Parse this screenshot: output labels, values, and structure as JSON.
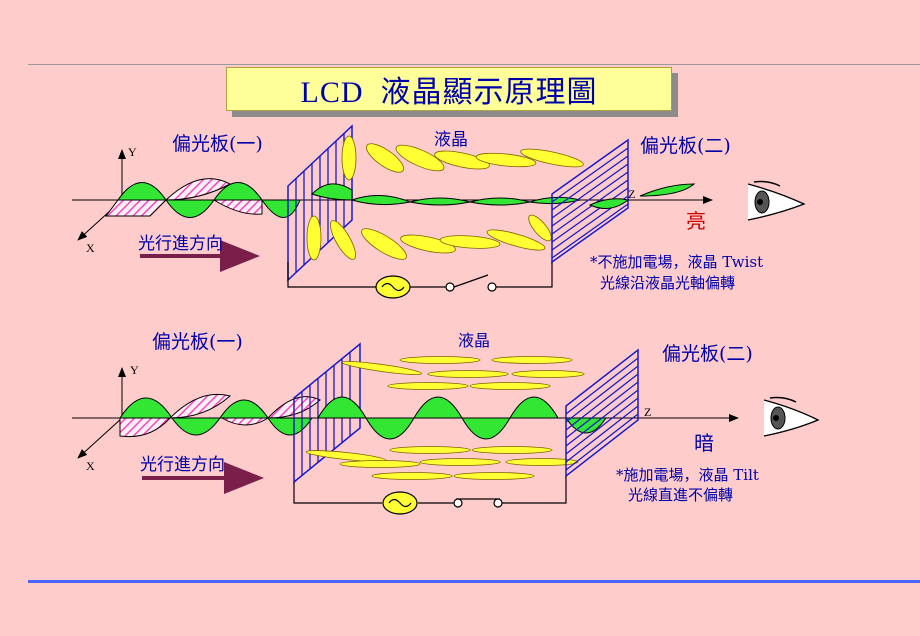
{
  "title": "LCD  液晶顯示原理圖",
  "axes": {
    "y": "Y",
    "x": "X",
    "z": "Z"
  },
  "top": {
    "polarizer1": "偏光板(一)",
    "liquid_crystal": "液晶",
    "polarizer2": "偏光板(二)",
    "light_direction": "光行進方向",
    "result": "亮",
    "note_line1": "*不施加電場，液晶 Twist",
    "note_line2": "光線沿液晶光軸偏轉"
  },
  "bottom": {
    "polarizer1": "偏光板(一)",
    "liquid_crystal": "液晶",
    "polarizer2": "偏光板(二)",
    "light_direction": "光行進方向",
    "result": "暗",
    "note_line1": "*施加電場，液晶 Tilt",
    "note_line2": "光線直進不偏轉"
  },
  "colors": {
    "background": "#FFCCCC",
    "text": "#0000AA",
    "wave_green": "#33E633",
    "wave_pink": "#FF66CC",
    "crystal_yellow": "#FFFF33",
    "polarizer_blue": "#1A1ACC",
    "result_red": "#CC0000",
    "arrow_maroon": "#7A1F4A"
  },
  "icons": [
    "eye-icon",
    "ac-source-icon",
    "switch-icon"
  ]
}
